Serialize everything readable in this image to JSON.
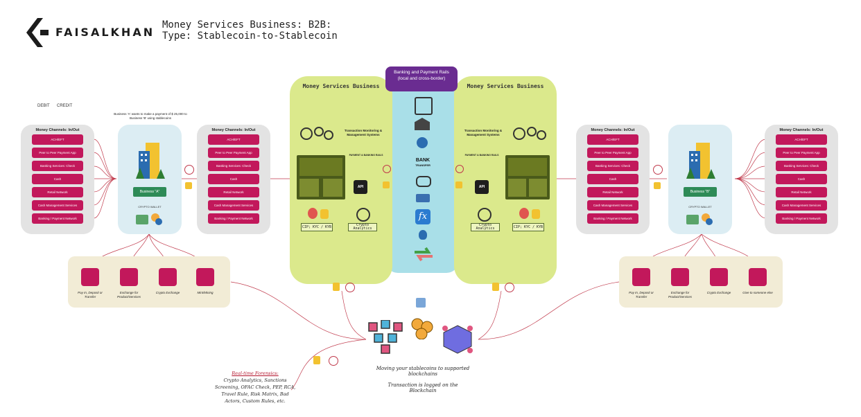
{
  "brand": {
    "name": "FAISALKHAN"
  },
  "title": {
    "line1": "Money Services Business: B2B:",
    "line2": "Type: Stablecoin-to-Stablecoin"
  },
  "legend": {
    "debit": "DEBIT",
    "credit": "CREDIT"
  },
  "left_channels": {
    "title": "Money Channels: In/Out",
    "items": [
      "ACH/EFT",
      "Peer to Peer Payment App",
      "Banking Services: Check",
      "Cash",
      "Retail Network",
      "Cash Management Services",
      "Banking / Payment Network"
    ]
  },
  "left_business": {
    "note": "Business 'A' wants to make a payment of $ 25,000 to Business 'B' using stablecoins",
    "badge": "Business \"A\"",
    "wallet": "CRYPTO WALLET"
  },
  "msb_left_channels": {
    "title": "Money Channels: In/Out",
    "items": [
      "ACH/EFT",
      "Peer to Peer Payment App",
      "Banking Services: Check",
      "Cash",
      "Retail Network",
      "Cash Management Services",
      "Banking / Payment Network"
    ]
  },
  "msb_left": {
    "title": "Money Services Business",
    "tms": "Transaction Monitoring & Management Systems",
    "rails": "PAYMENT & BANKING RAILS",
    "api": "API",
    "kyc": "CIP; KYC / KYB",
    "analytics": "Crypto Analytics"
  },
  "rails": {
    "header_line1": "Banking and Payment Rails",
    "header_line2": "(local and cross-border)",
    "bank_label": "BANK",
    "transfer_label": "TRANSFER",
    "fx_label": "fx"
  },
  "msb_right": {
    "title": "Money Services Business",
    "tms": "Transaction Monitoring & Management Systems",
    "rails": "PAYMENT & BANKING RAILS",
    "api": "API",
    "kyc": "CIP; KYC / KYB",
    "analytics": "Crypto Analytics"
  },
  "msb_right_channels": {
    "title": "Money Channels: In/Out",
    "items": [
      "ACH/EFT",
      "Peer to Peer Payment App",
      "Banking Services: Check",
      "Cash",
      "Retail Network",
      "Cash Management Services",
      "Banking / Payment Network"
    ]
  },
  "right_business": {
    "badge": "Business \"B\"",
    "wallet": "CRYPTO WALLET"
  },
  "right_channels": {
    "title": "Money Channels: In/Out",
    "items": [
      "ACH/EFT",
      "Peer to Peer Payment App",
      "Banking Services: Check",
      "Cash",
      "Retail Network",
      "Cash Management Services",
      "Banking / Payment Network"
    ]
  },
  "bottom_left": [
    "Pay In, Deposit or Transfer",
    "Exchange for Product/Services",
    "Crypto Exchange",
    "Mint/Mining"
  ],
  "bottom_right": [
    "Pay In, Deposit or Transfer",
    "Exchange for Product/Services",
    "Crypto Exchange",
    "Give to someone else"
  ],
  "blockchain": {
    "caption1": "Moving your stablecoins to supported blockchains",
    "caption2": "Transaction is logged on the Blockchain"
  },
  "forensics": {
    "head": "Real-time Forensics:",
    "line1": "Crypto Analytics, Sanctions",
    "line2": "Screening, OFAC Check, PEP, RCA,",
    "line3": "Travel Rule, Risk Matrix, Bad",
    "line4": "Actors, Custom Rules, etc."
  },
  "colors": {
    "magenta": "#c2185b",
    "lime": "#dbe98c",
    "cyan": "#a9dfe8",
    "purple": "#6a2c91",
    "panel_grey": "#e3e3e3",
    "panel_blue": "#dcedf3",
    "beige": "#f2ecd6",
    "connector": "#c0394b"
  }
}
